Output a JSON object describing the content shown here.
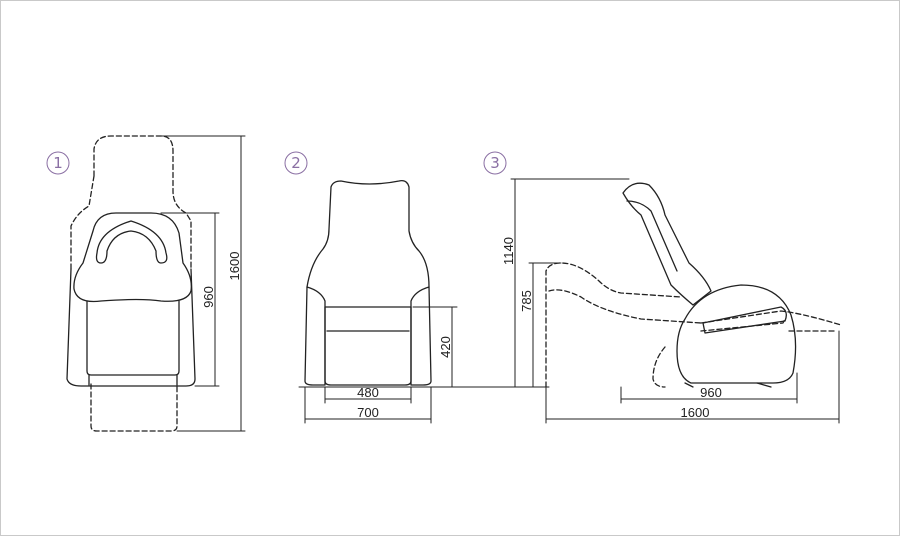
{
  "colors": {
    "line": "#222222",
    "badge": "#8a6fa3",
    "border": "#c9c9c9"
  },
  "views": [
    {
      "number": "1",
      "dimensions": {
        "depth_seat": "960",
        "depth_full": "1600"
      }
    },
    {
      "number": "2",
      "dimensions": {
        "seat_height": "420",
        "seat_width": "480",
        "overall_width": "700"
      }
    },
    {
      "number": "3",
      "dimensions": {
        "overall_height": "1140",
        "arm_height": "785",
        "depth_seat": "960",
        "depth_full": "1600"
      }
    }
  ]
}
